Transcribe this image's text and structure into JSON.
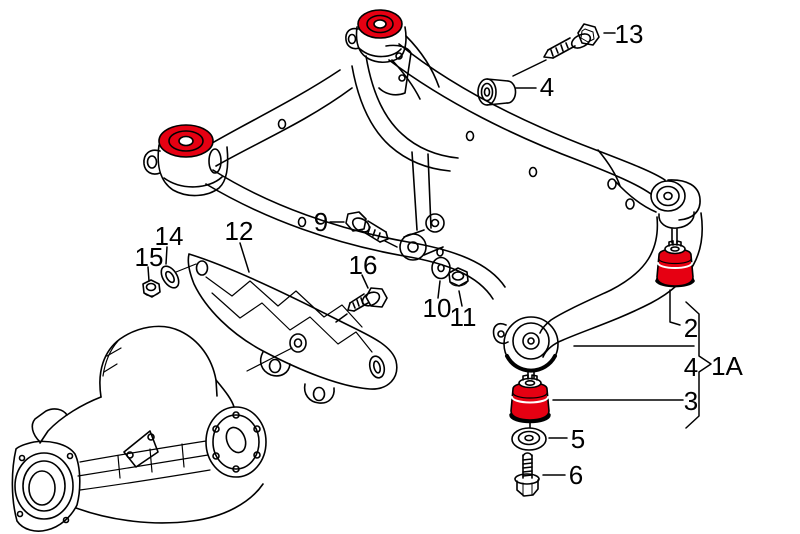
{
  "figure": {
    "kind": "exploded-parts-diagram",
    "subject": "rear axle subframe with differential and mounting bushings",
    "background_color": "#ffffff",
    "line_color": "#000000",
    "highlight_color": "#e60012"
  },
  "callouts": [
    {
      "label": "13"
    },
    {
      "label": "4"
    },
    {
      "label": "2"
    },
    {
      "label": "4"
    },
    {
      "label": "1A"
    },
    {
      "label": "3"
    },
    {
      "label": "5"
    },
    {
      "label": "6"
    },
    {
      "label": "9"
    },
    {
      "label": "10"
    },
    {
      "label": "11"
    },
    {
      "label": "12"
    },
    {
      "label": "14"
    },
    {
      "label": "15"
    },
    {
      "label": "16"
    }
  ]
}
